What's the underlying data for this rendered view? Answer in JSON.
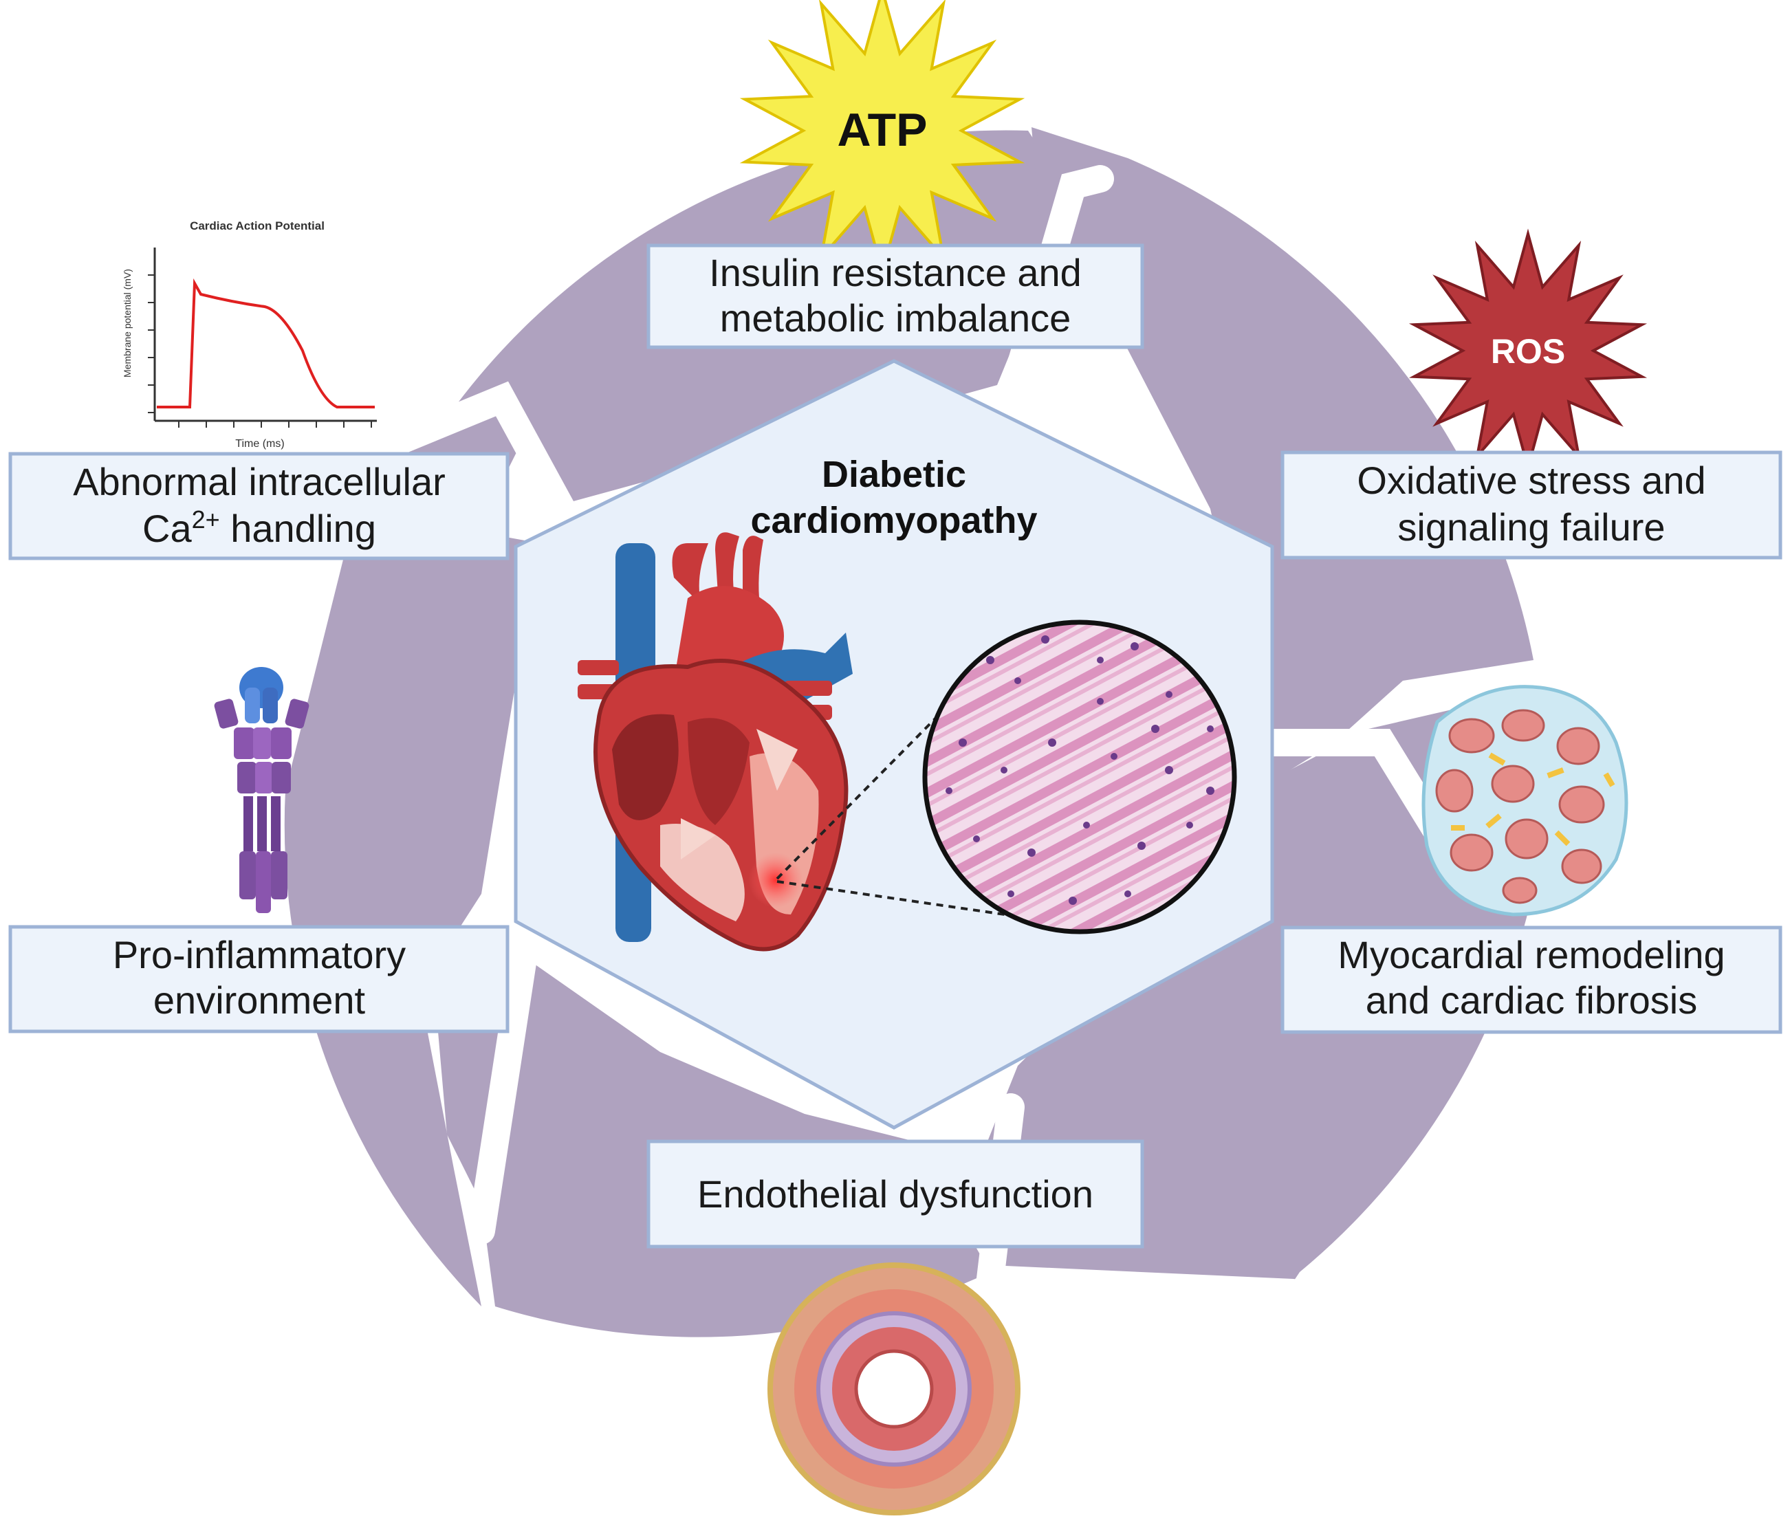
{
  "diagram": {
    "center_title_line1": "Diabetic",
    "center_title_line2": "cardiomyopathy",
    "atp_label": "ATP",
    "ros_label": "ROS",
    "boxes": {
      "top": {
        "line1": "Insulin resistance and",
        "line2": "metabolic imbalance"
      },
      "left_upper": {
        "line1": "Abnormal intracellular",
        "line2_pre": "Ca",
        "line2_sup": "2+",
        "line2_post": " handling"
      },
      "right_upper": {
        "line1": "Oxidative stress and",
        "line2": "signaling failure"
      },
      "left_lower": {
        "line1": "Pro-inflammatory",
        "line2": "environment"
      },
      "right_lower": {
        "line1": "Myocardial remodeling",
        "line2": "and cardiac fibrosis"
      },
      "bottom": {
        "line1": "Endothelial dysfunction"
      }
    },
    "action_potential": {
      "title": "Cardiac Action Potential",
      "xlabel": "Time (ms)",
      "ylabel": "Membrane potential (mV)"
    },
    "colors": {
      "cycle": "#afa2bf",
      "box_fill": "#edf3fb",
      "box_stroke": "#9db3d6",
      "atp": "#f7ee4e",
      "ros": "#b7373c",
      "heart_red": "#c8393a",
      "vessel_blue": "#2f6fb0"
    }
  }
}
